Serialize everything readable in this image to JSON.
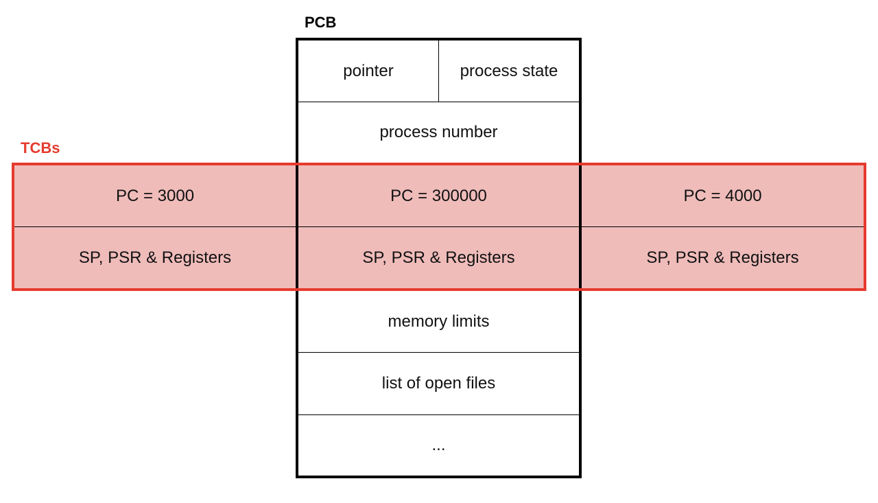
{
  "labels": {
    "pcb": "PCB",
    "tcbs": "TCBs"
  },
  "pcb": {
    "pointer": "pointer",
    "process_state": "process state",
    "process_number": "process number",
    "memory_limits": "memory limits",
    "open_files": "list of open files",
    "ellipsis": "..."
  },
  "tcbs": [
    {
      "pc": "PC = 3000",
      "regs": "SP, PSR & Registers"
    },
    {
      "pc": "PC = 300000",
      "regs": "SP, PSR & Registers"
    },
    {
      "pc": "PC = 4000",
      "regs": "SP, PSR & Registers"
    }
  ],
  "colors": {
    "tcb_border": "#e63a2e",
    "tcb_fill": "#efbcba",
    "pcb_border": "#000000"
  }
}
